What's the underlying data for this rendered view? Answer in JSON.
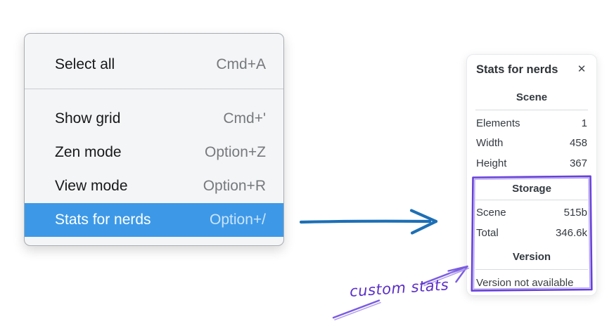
{
  "context_menu": {
    "items": [
      {
        "label": "Select all",
        "shortcut": "Cmd+A",
        "selected": false
      },
      {
        "label": "Show grid",
        "shortcut": "Cmd+'",
        "selected": false
      },
      {
        "label": "Zen mode",
        "shortcut": "Option+Z",
        "selected": false
      },
      {
        "label": "View mode",
        "shortcut": "Option+R",
        "selected": false
      },
      {
        "label": "Stats for nerds",
        "shortcut": "Option+/",
        "selected": true
      }
    ]
  },
  "stats_panel": {
    "title": "Stats for nerds",
    "close_glyph": "✕",
    "sections": [
      {
        "heading": "Scene",
        "rows": [
          {
            "label": "Elements",
            "value": "1"
          },
          {
            "label": "Width",
            "value": "458"
          },
          {
            "label": "Height",
            "value": "367"
          }
        ]
      },
      {
        "heading": "Storage",
        "rows": [
          {
            "label": "Scene",
            "value": "515b"
          },
          {
            "label": "Total",
            "value": "346.6k"
          }
        ]
      },
      {
        "heading": "Version",
        "rows": [],
        "note": "Version not available"
      }
    ]
  },
  "annotation": {
    "label": "custom stats"
  },
  "colors": {
    "menu_highlight": "#3d99e8",
    "flow_arrow_blue": "#1d6fb5",
    "annotation_purple": "#6741d9",
    "annotation_text_purple": "#5b2fc8"
  }
}
